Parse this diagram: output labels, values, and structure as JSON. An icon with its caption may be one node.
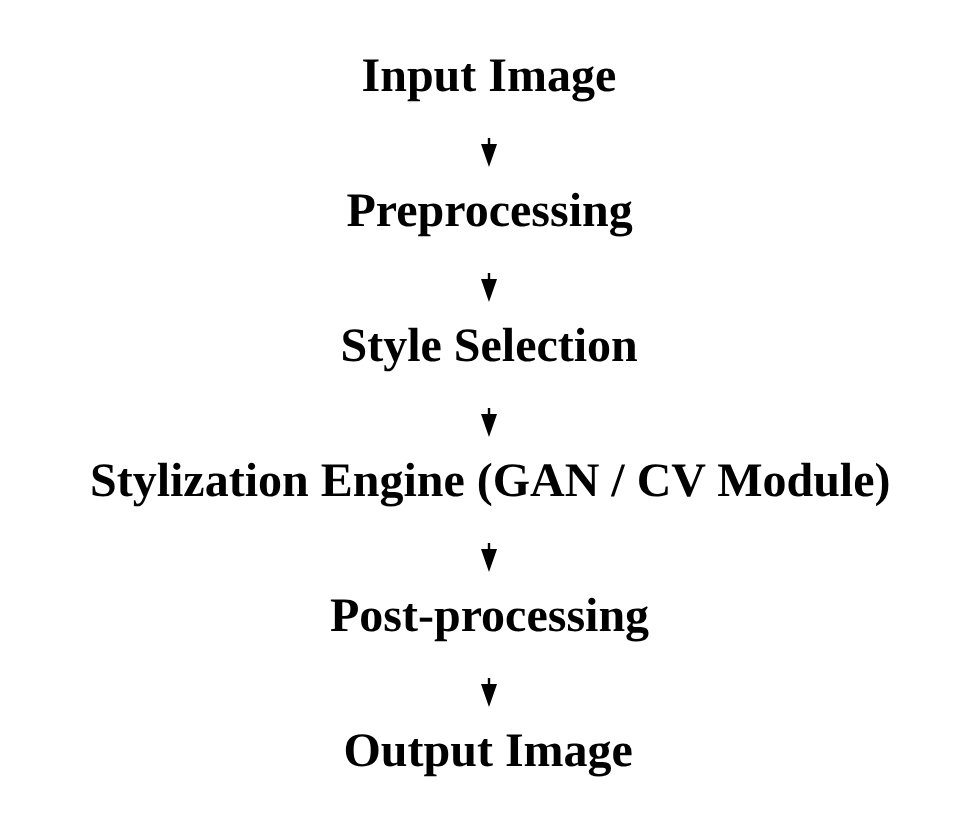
{
  "diagram": {
    "nodes": [
      {
        "text": [
          "Input Image"
        ]
      },
      {
        "text": [
          "Preprocessing"
        ]
      },
      {
        "text": [
          "Style Selection"
        ]
      },
      {
        "text": [
          "Stylization Engine (GAN / CV Module)"
        ]
      },
      {
        "text": [
          "Post-processing"
        ]
      },
      {
        "text": [
          "Output Image"
        ]
      }
    ],
    "edges": [
      {
        "from": 0,
        "to": 1,
        "arrow": "to"
      },
      {
        "from": 1,
        "to": 2,
        "arrow": "to"
      },
      {
        "from": 2,
        "to": 3,
        "arrow": "to"
      },
      {
        "from": 3,
        "to": 4,
        "arrow": "to"
      },
      {
        "from": 4,
        "to": 5,
        "arrow": "to"
      }
    ]
  }
}
